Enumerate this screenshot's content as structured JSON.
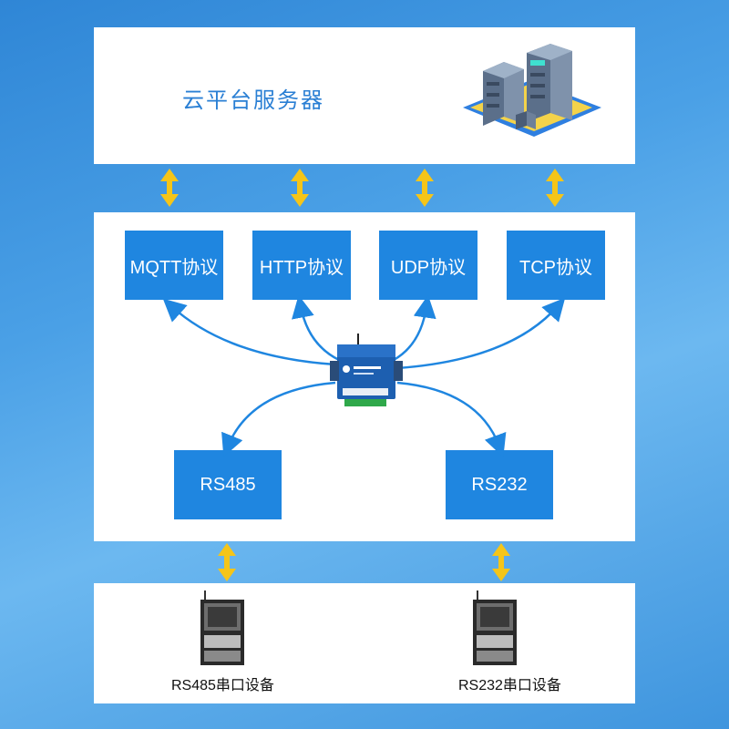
{
  "cloud": {
    "title": "云平台服务器",
    "icon": "server-stack-icon"
  },
  "protocols": [
    {
      "label": "MQTT协议"
    },
    {
      "label": "HTTP协议"
    },
    {
      "label": "UDP协议"
    },
    {
      "label": "TCP协议"
    }
  ],
  "ports": [
    {
      "label": "RS485"
    },
    {
      "label": "RS232"
    }
  ],
  "devices": [
    {
      "label": "RS485串口设备",
      "icon": "serial-device-icon"
    },
    {
      "label": "RS232串口设备",
      "icon": "serial-device-icon"
    }
  ],
  "gateway": {
    "icon": "gateway-device-icon"
  },
  "colors": {
    "box": "#1f86e0",
    "arrow": "#f5c518",
    "connector": "#1f86e0",
    "title": "#2a7fd4"
  }
}
